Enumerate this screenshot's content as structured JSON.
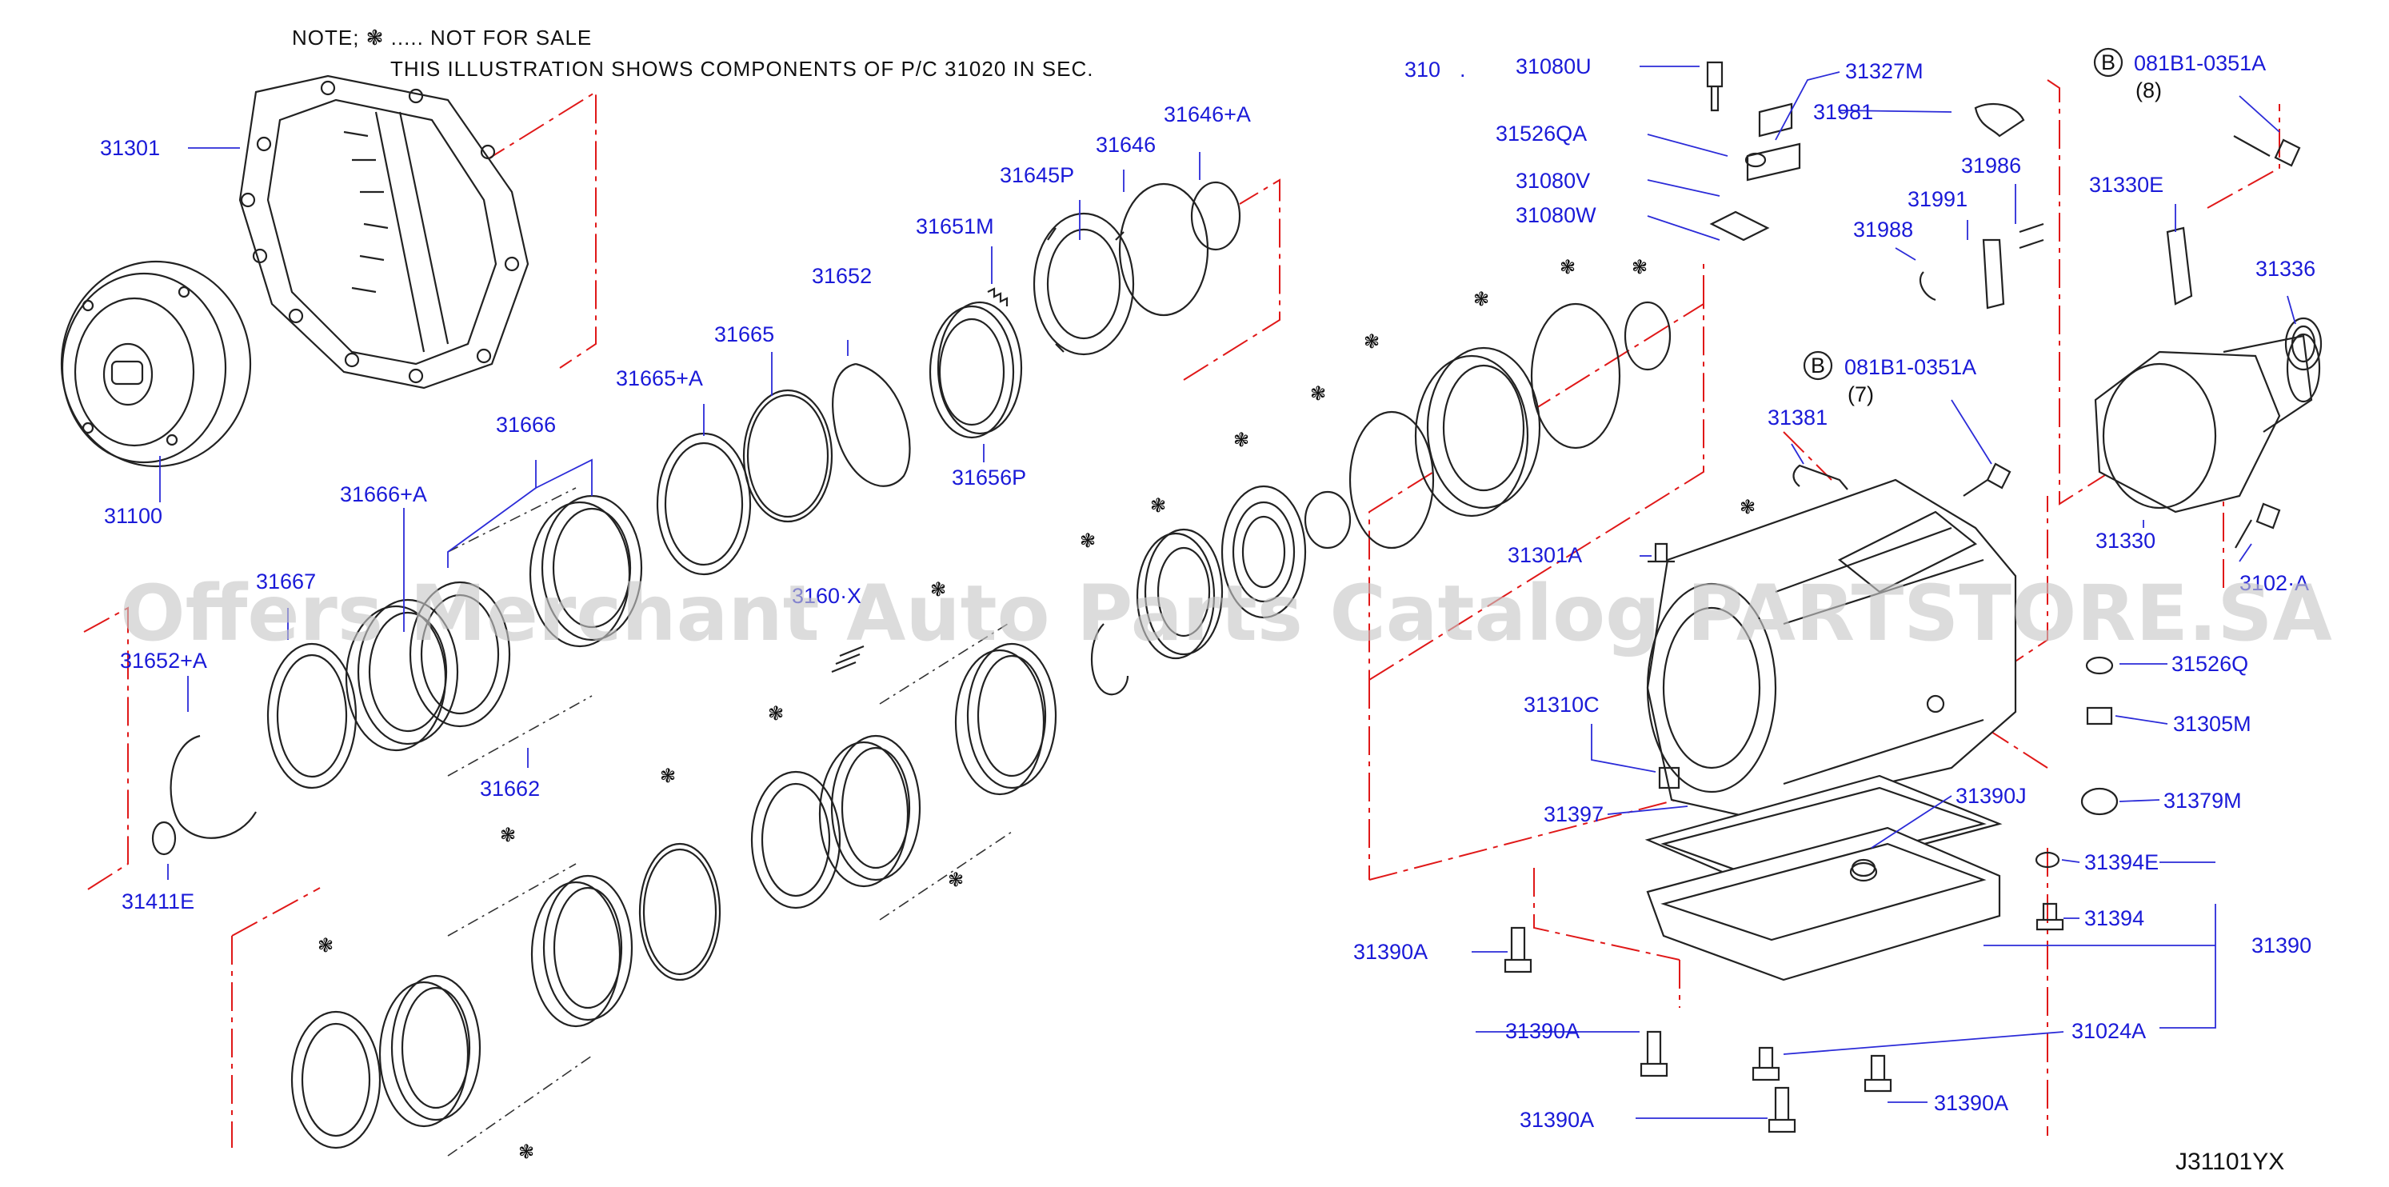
{
  "note": {
    "line1": "NOTE;  ❃ ..... NOT   FOR   SALE",
    "line2": "THIS   ILLUSTRATION   SHOWS   COMPONENTS   OF   P/C   31020   IN   SEC.",
    "section_ref": "310"
  },
  "watermark": "Offers Merchant Auto Parts Catalog PARTSTORE.SA",
  "diagram_code": "J31101YX",
  "not_for_sale_mark": "❃",
  "labels": {
    "p31301": "31301",
    "p31100": "31100",
    "p31666": "31666",
    "p31666A": "31666+A",
    "p31665A": "31665+A",
    "p31665": "31665",
    "p31652": "31652",
    "p31651M": "31651M",
    "p31645P": "31645P",
    "p31646": "31646",
    "p31646A": "31646+A",
    "p31656P": "31656P",
    "p31667": "31667",
    "p31652A": "31652+A",
    "p31411E": "31411E",
    "p31662": "31662",
    "p3160x": "3160·X",
    "p31080U": "31080U",
    "p31526QA": "31526QA",
    "p31080V": "31080V",
    "p31080W": "31080W",
    "p31327M": "31327M",
    "p31981": "31981",
    "p31986": "31986",
    "p31991": "31991",
    "p31988": "31988",
    "bolt1_b": "B",
    "bolt1": "081B1-0351A",
    "bolt1_qty": "(8)",
    "bolt2_b": "B",
    "bolt2": "081B1-0351A",
    "bolt2_qty": "(7)",
    "p31330E": "31330E",
    "p31336": "31336",
    "p31381": "31381",
    "p31301A": "31301A",
    "p31330": "31330",
    "p3102A": "3102·A",
    "p31526Q": "31526Q",
    "p31305M": "31305M",
    "p31379M": "31379M",
    "p31310C": "31310C",
    "p31397": "31397",
    "p31390J": "31390J",
    "p31394E": "31394E",
    "p31394": "31394",
    "p31390": "31390",
    "p31390A_1": "31390A",
    "p31390A_2": "31390A",
    "p31024A": "31024A",
    "p31390A_3": "31390A",
    "p31390A_4": "31390A"
  }
}
